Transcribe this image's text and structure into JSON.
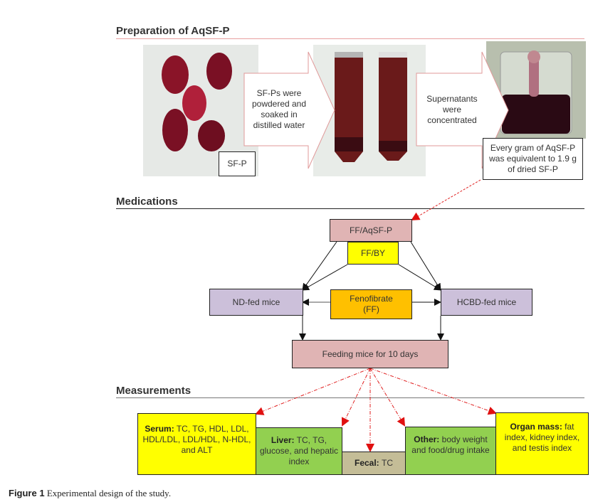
{
  "sections": {
    "preparation": "Preparation of AqSF-P",
    "medications": "Medications",
    "measurements": "Measurements"
  },
  "preparation": {
    "photo1_label": "SF-P",
    "arrow1_text": "SF-Ps were powdered and soaked in distilled water",
    "arrow2_text": "Supernatants were concentrated",
    "equivalence_note": "Every gram of AqSF-P was equivalent to 1.9 g of dried SF-P"
  },
  "medications": {
    "ff_aqsfp": "FF/AqSF-P",
    "ff_by": "FF/BY",
    "nd_fed": "ND-fed mice",
    "fenofibrate_line1": "Fenofibrate",
    "fenofibrate_line2": "(FF)",
    "hcbd_fed": "HCBD-fed mice",
    "feeding": "Feeding mice for 10 days"
  },
  "measurements": {
    "serum_label": "Serum:",
    "serum_text": "TC, TG, HDL, LDL, HDL/LDL, LDL/HDL, N-HDL, and ALT",
    "liver_label": "Liver:",
    "liver_text": "TC, TG, glucose, and hepatic index",
    "fecal_label": "Fecal:",
    "fecal_text": "TC",
    "other_label": "Other:",
    "other_text": "body weight and food/drug intake",
    "organ_label": "Organ mass:",
    "organ_text": "fat index, kidney index, and testis index"
  },
  "caption": {
    "label": "Figure 1",
    "text": "Experimental design of the study."
  },
  "colors": {
    "pink_box": "#e0b4b4",
    "yellow": "#ffff00",
    "orange": "#ffc000",
    "lavender": "#ccc0da",
    "green": "#92d050",
    "tan": "#c4bd97",
    "dashed_arrow": "#e02020"
  }
}
